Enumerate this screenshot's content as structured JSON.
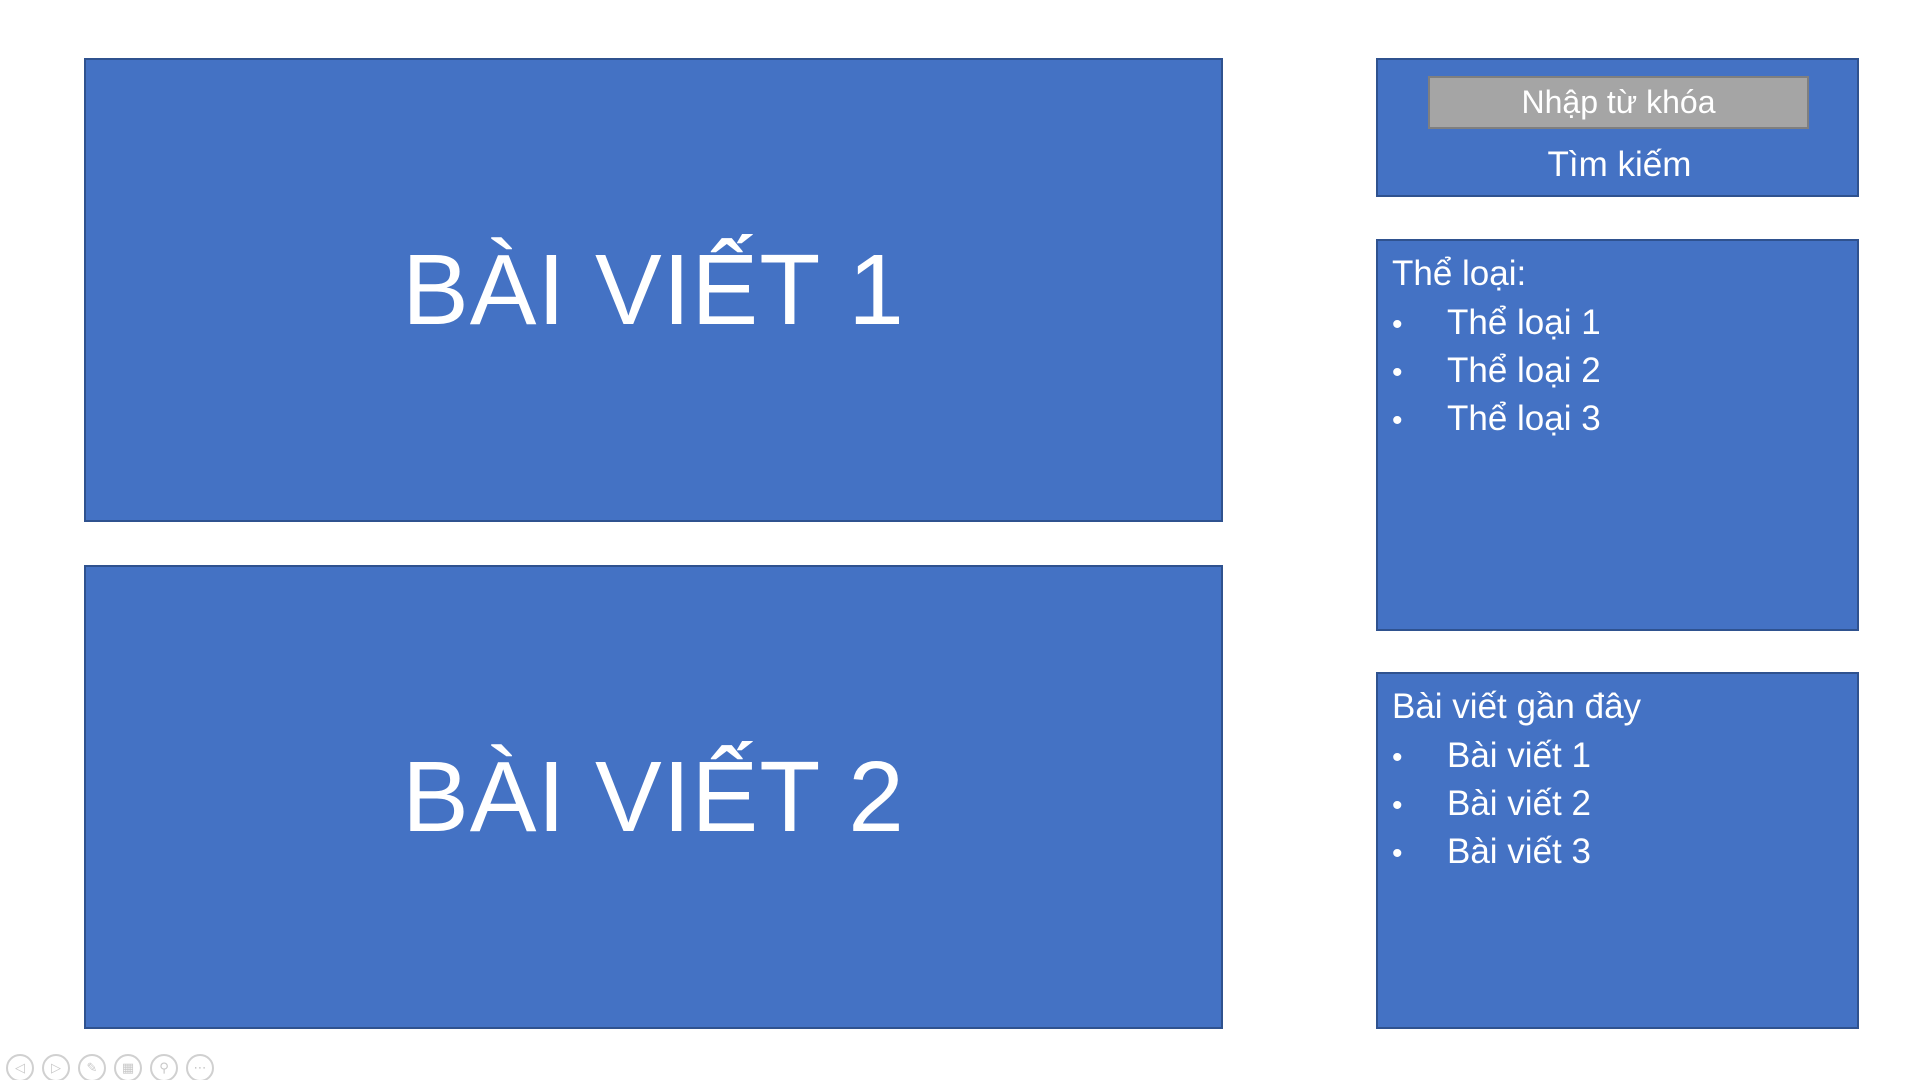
{
  "posts": [
    {
      "title": "BÀI VIẾT 1"
    },
    {
      "title": "BÀI VIẾT 2"
    }
  ],
  "search": {
    "placeholder": "Nhập từ khóa",
    "button_label": "Tìm kiếm"
  },
  "categories": {
    "heading": "Thể loại:",
    "items": [
      "Thể loại 1",
      "Thể loại 2",
      "Thể loại 3"
    ]
  },
  "recent": {
    "heading": "Bài viết gần đây",
    "items": [
      "Bài viết 1",
      "Bài viết 2",
      "Bài viết 3"
    ]
  },
  "bullet_char": "•",
  "toolbar": {
    "buttons": [
      {
        "name": "previous-slide-icon",
        "glyph": "◁"
      },
      {
        "name": "next-slide-icon",
        "glyph": "▷"
      },
      {
        "name": "pen-icon",
        "glyph": "✎"
      },
      {
        "name": "see-all-slides-icon",
        "glyph": "▦"
      },
      {
        "name": "zoom-icon",
        "glyph": "⚲"
      },
      {
        "name": "more-options-icon",
        "glyph": "⋯"
      }
    ]
  },
  "colors": {
    "box_fill": "#4472c4",
    "box_border": "#2f528f",
    "input_fill": "#a5a5a5",
    "text": "#ffffff"
  }
}
